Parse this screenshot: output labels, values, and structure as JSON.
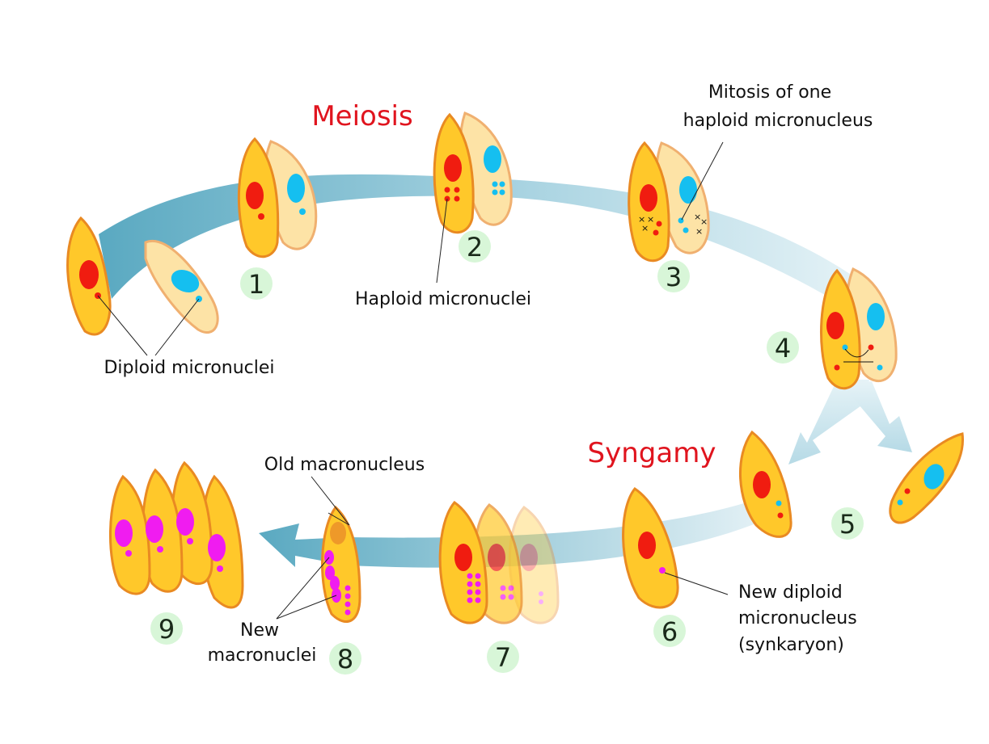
{
  "titles": {
    "meiosis": "Meiosis",
    "syngamy": "Syngamy"
  },
  "labels": {
    "diploid": "Diploid micronuclei",
    "haploid": "Haploid micronuclei",
    "mitosis_line1": "Mitosis of one",
    "mitosis_line2": "haploid micronucleus",
    "old_macro": "Old macronucleus",
    "new_macro_line1": "New",
    "new_macro_line2": "macronuclei",
    "synk_line1": "New diploid",
    "synk_line2": "micronucleus",
    "synk_line3": "(synkaryon)"
  },
  "stages": [
    "1",
    "2",
    "3",
    "4",
    "5",
    "6",
    "7",
    "8",
    "9"
  ],
  "colors": {
    "title": "#e0141e",
    "cell_fill": "#ffc82a",
    "cell_stroke": "#e98a22",
    "pale_fill": "#fde3a6",
    "pale_stroke": "#f0b070",
    "macronucleus_red": "#f01c10",
    "macronucleus_cyan": "#15bff0",
    "new_nucleus_magenta": "#f01cf0",
    "arrow": "#6fb3c6",
    "number_badge": "#d8f6d8"
  }
}
